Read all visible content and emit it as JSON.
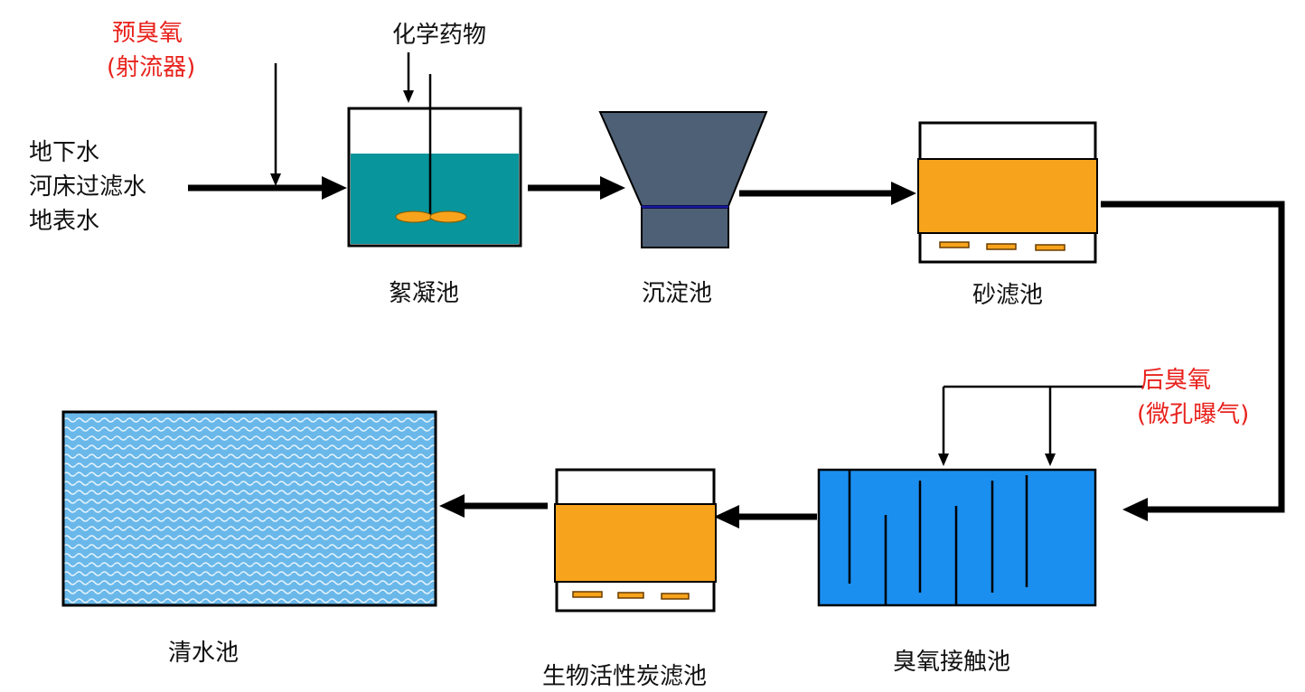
{
  "source": {
    "lines": [
      "地下水",
      "河床过滤水",
      "地表水"
    ]
  },
  "pre_ozone": {
    "line1": "预臭氧",
    "line2": "(射流器)"
  },
  "chemicals": "化学药物",
  "post_ozone": {
    "line1": "后臭氧",
    "line2": "(微孔曝气)"
  },
  "units": {
    "flocculation": "絮凝池",
    "sedimentation": "沉淀池",
    "sand_filter": "砂滤池",
    "ozone_contact": "臭氧接触池",
    "bac_filter": "生物活性炭滤池",
    "clear_water": "清水池"
  },
  "colors": {
    "flocculation_water": "#08959b",
    "sedimentation": "#4e6075",
    "filter_media": "#f7a41c",
    "ozone_tank": "#1a8ff0",
    "clear_water": "#6ab8ea",
    "label_red": "#e8221c",
    "arrow": "#000000"
  }
}
